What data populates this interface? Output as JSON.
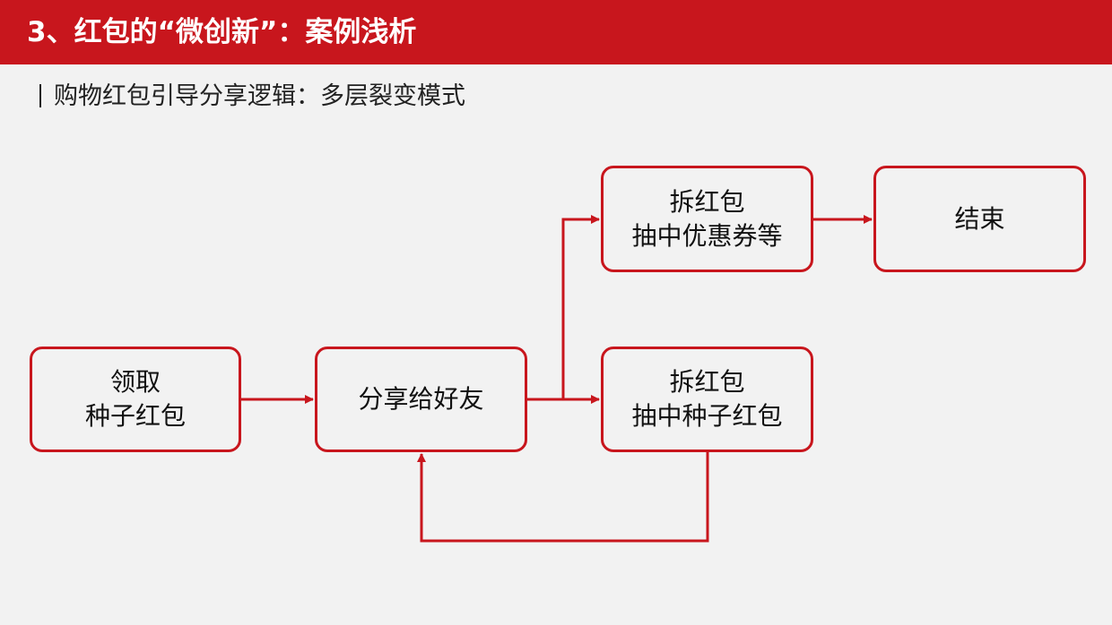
{
  "header": {
    "title": "3、红包的“微创新”：案例浅析"
  },
  "subtitle": {
    "text": "购物红包引导分享逻辑：多层裂变模式"
  },
  "nodes": {
    "claim_seed": {
      "line1": "领取",
      "line2": "种子红包"
    },
    "share_friends": {
      "line1": "分享给好友"
    },
    "open_coupon": {
      "line1": "拆红包",
      "line2": "抽中优惠券等"
    },
    "end": {
      "line1": "结束"
    },
    "open_seed": {
      "line1": "拆红包",
      "line2": "抽中种子红包"
    }
  },
  "colors": {
    "accent": "#c8161d",
    "background": "#f2f2f2",
    "text": "#111111"
  }
}
